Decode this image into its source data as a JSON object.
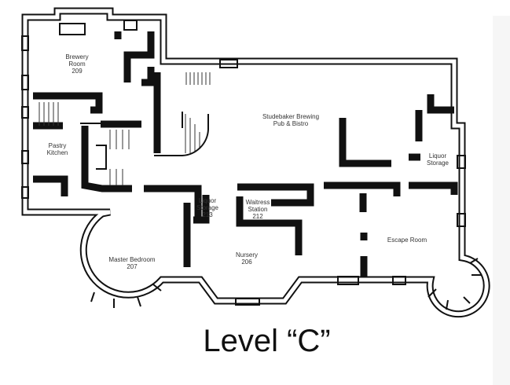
{
  "title": "Level “C”",
  "rooms": {
    "brewery": {
      "name1": "Brewery",
      "name2": "Room",
      "number": "209"
    },
    "pastry": {
      "name1": "Pastry",
      "name2": "Kitchen"
    },
    "pub": {
      "name1": "Studebaker Brewing",
      "name2": "Pub & Bistro"
    },
    "liquor_right": {
      "name1": "Liquor",
      "name2": "Storage"
    },
    "liquor_213": {
      "name1": "Liquor",
      "name2": "Storage",
      "number": "213"
    },
    "waitress": {
      "name1": "Waitress",
      "name2": "Station",
      "number": "212"
    },
    "nursery": {
      "name1": "Nursery",
      "number": "206"
    },
    "escape": {
      "name1": "Escape Room"
    },
    "master": {
      "name1": "Master Bedroom",
      "number": "207"
    }
  }
}
